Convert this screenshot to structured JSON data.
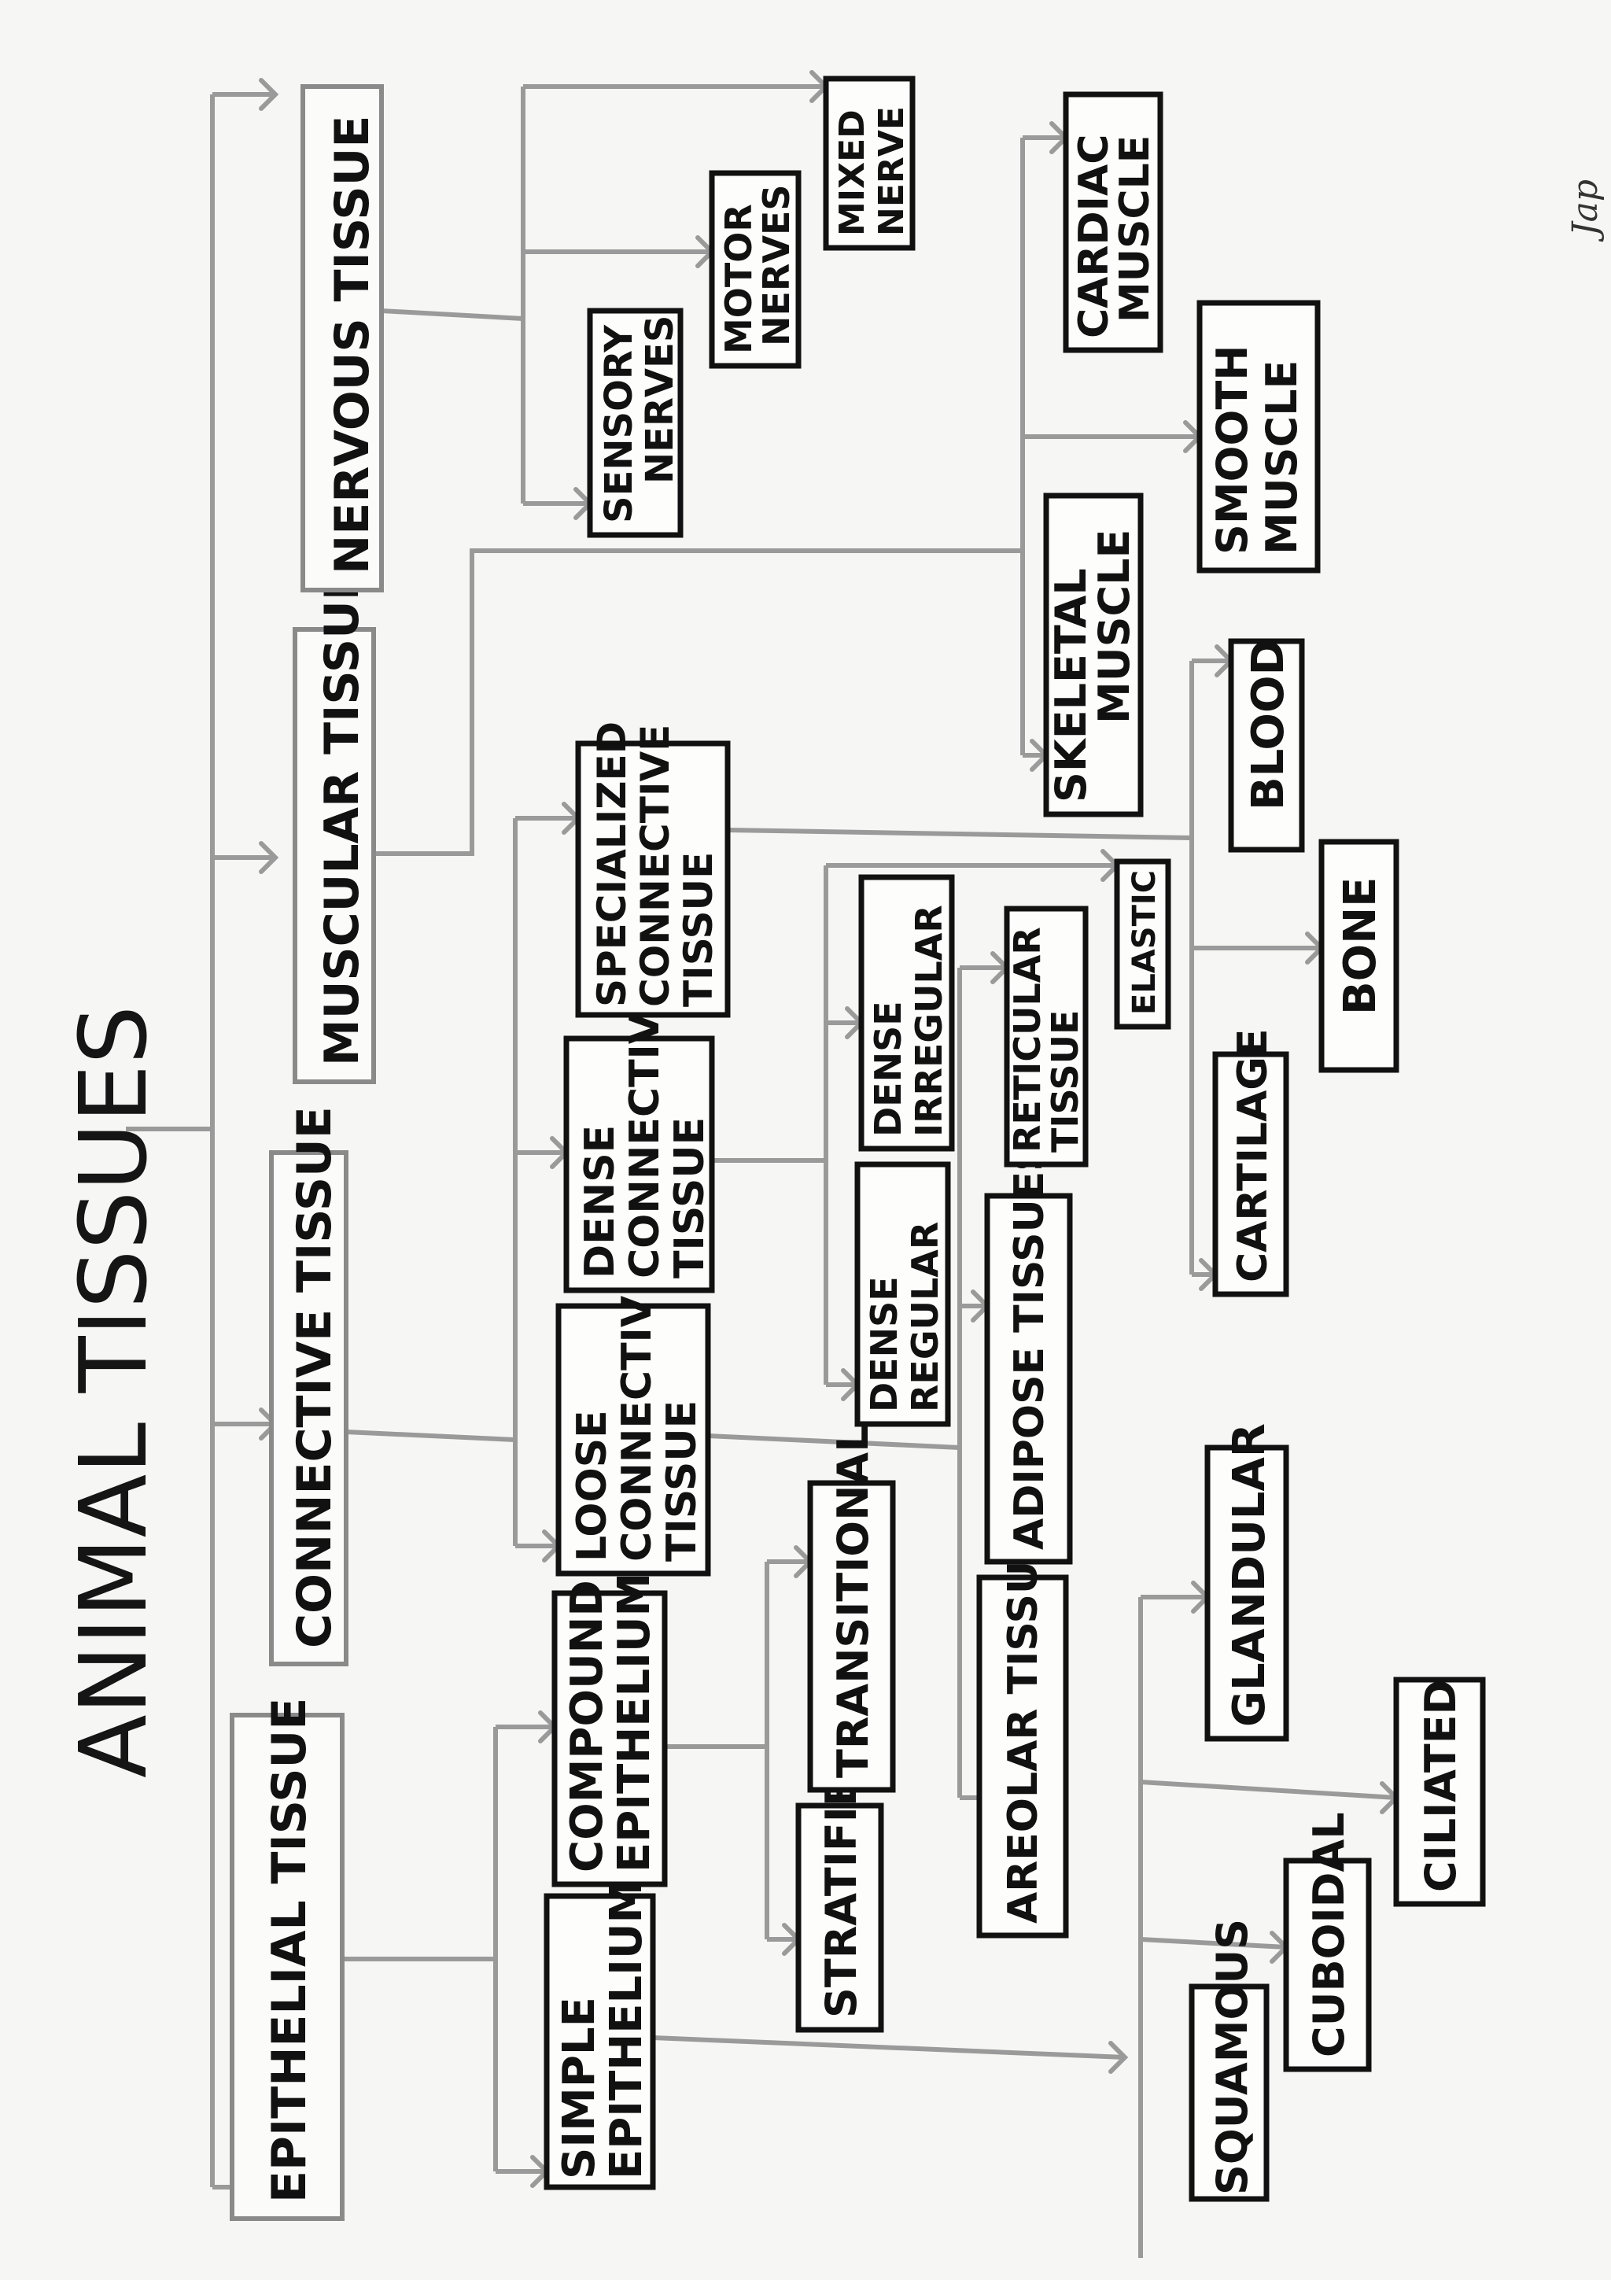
{
  "title": "ANIMAL TISSUES",
  "signature": "Jap",
  "nodes": {
    "epithelial": "EPITHELIAL TISSUE",
    "connective": "CONNECTIVE TISSUE",
    "muscular": "MUSCULAR TISSUE",
    "nervous": "NERVOUS TISSUE",
    "simple_epithelium": [
      "SIMPLE",
      "EPITHELIUM"
    ],
    "compound_epithelium": [
      "COMPOUND",
      "EPITHELIUM"
    ],
    "stratified": "STRATIFIED",
    "transitional": "TRANSITIONAL",
    "squamous": "SQUAMOUS",
    "cuboidal": "CUBOIDAL",
    "ciliated": "CILIATED",
    "glandular": "GLANDULAR",
    "loose_connective": [
      "LOOSE",
      "CONNECTIVE",
      "TISSUE"
    ],
    "dense_connective": [
      "DENSE",
      "CONNECTIVE",
      "TISSUE"
    ],
    "specialized_connective": [
      "SPECIALIZED",
      "CONNECTIVE",
      "TISSUE"
    ],
    "areolar": "AREOLAR TISSUES",
    "adipose": "ADIPOSE TISSUES",
    "dense_regular": [
      "DENSE",
      "REGULAR"
    ],
    "dense_irregular": [
      "DENSE",
      "IRREGULAR"
    ],
    "reticular": [
      "RETICULAR",
      "TISSUE"
    ],
    "elastic": "ELASTIC",
    "cartilage": "CARTILAGE",
    "bone": "BONE",
    "blood": "BLOOD",
    "skeletal": [
      "SKELETAL",
      "MUSCLE"
    ],
    "smooth": [
      "SMOOTH",
      "MUSCLE"
    ],
    "cardiac": [
      "CARDIAC",
      "MUSCLE"
    ],
    "sensory": [
      "SENSORY",
      "NERVES"
    ],
    "motor": [
      "MOTOR",
      "NERVES"
    ],
    "mixed": [
      "MIXED",
      "NERVE"
    ]
  }
}
